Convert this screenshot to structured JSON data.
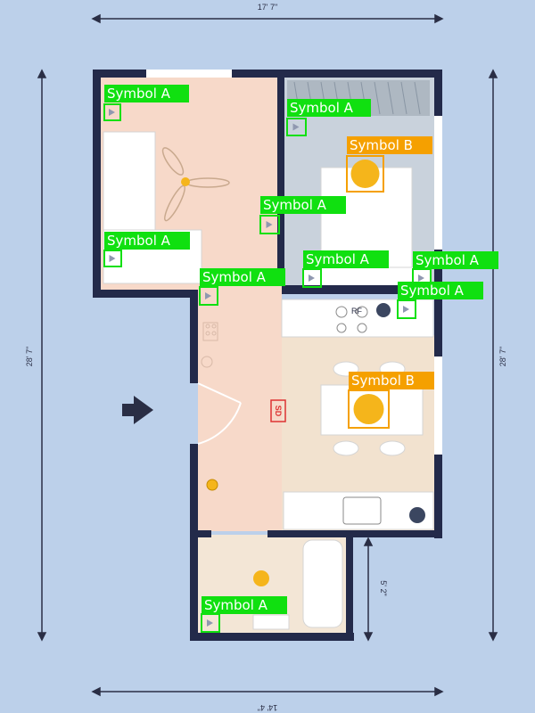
{
  "dimensions": {
    "top": "17' 7\"",
    "bottom": "14' 4\"",
    "left": "28' 7\"",
    "right": "28' 7\"",
    "bath": "5' 2\""
  },
  "room_marks": {
    "smoke_detector": "SD",
    "range_label": "RF"
  },
  "symbols": [
    {
      "label": "Symbol A",
      "kind": "A"
    },
    {
      "label": "Symbol A",
      "kind": "A"
    },
    {
      "label": "Symbol B",
      "kind": "B"
    },
    {
      "label": "Symbol A",
      "kind": "A"
    },
    {
      "label": "Symbol A",
      "kind": "A"
    },
    {
      "label": "Symbol A",
      "kind": "A"
    },
    {
      "label": "Symbol A",
      "kind": "A"
    },
    {
      "label": "Symbol A",
      "kind": "A"
    },
    {
      "label": "Symbol A",
      "kind": "A"
    },
    {
      "label": "Symbol B",
      "kind": "B"
    },
    {
      "label": "Symbol A",
      "kind": "A"
    }
  ],
  "colors": {
    "background": "#bcd0ea",
    "wall": "#232a4a",
    "living_floor": "#f7d9c9",
    "bedroom_floor": "#c9d2dc",
    "kitchen_floor": "#f2e2cf",
    "symbol_a_box": "#10e010",
    "symbol_b_box": "#f5a000",
    "light_fixture": "#f5b51b"
  }
}
